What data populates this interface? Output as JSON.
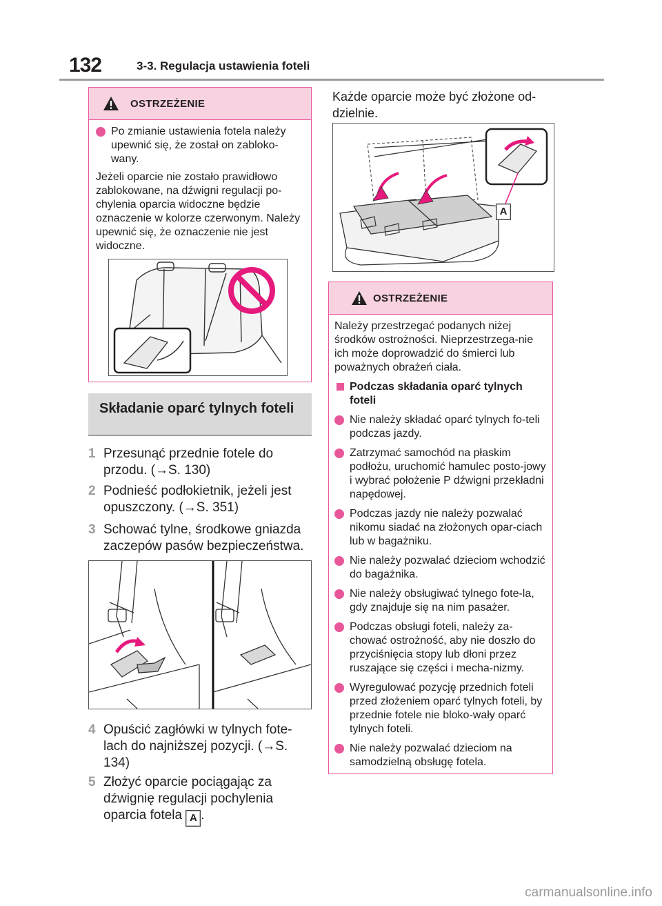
{
  "header": {
    "page_number": "132",
    "section_title": "3-3. Regulacja ustawienia foteli"
  },
  "warning1": {
    "label": "OSTRZEŻENIE",
    "bullet": "Po zmianie ustawienia fotela należy upewnić się, że został on zabloko-wany.",
    "para": "Jeżeli oparcie nie zostało prawidłowo zablokowane, na dźwigni regulacji po-chylenia oparcia widoczne będzie oznaczenie w kolorze czerwonym. Należy upewnić się, że oznaczenie nie jest widoczne."
  },
  "section": {
    "title": "Składanie oparć tylnych foteli"
  },
  "steps": [
    {
      "num": "1",
      "text": "Przesunąć przednie fotele do przodu. (→S. 130)"
    },
    {
      "num": "2",
      "text": "Podnieść podłokietnik, jeżeli jest opuszczony. (→S. 351)"
    },
    {
      "num": "3",
      "text": "Schować tylne, środkowe gniazda zaczepów pasów bezpieczeństwa."
    },
    {
      "num": "4",
      "text": "Opuścić zagłówki w tylnych fote-lach do najniższej pozycji. (→S. 134)"
    },
    {
      "num": "5",
      "text": "Złożyć oparcie pociągając za dźwignię regulacji pochylenia oparcia fotela"
    }
  ],
  "step5_badge": "A",
  "step5_end": ".",
  "right_intro": "Każde oparcie może być złożone od-dzielnie.",
  "figure_label": "A",
  "warning2": {
    "label": "OSTRZEŻENIE",
    "intro": "Należy przestrzegać podanych niżej środków ostrożności. Nieprzestrzega-nie ich może doprowadzić do śmierci lub poważnych obrażeń ciała.",
    "subhead": "Podczas składania oparć tylnych foteli",
    "bullets": [
      "Nie należy składać oparć tylnych fo-teli podczas jazdy.",
      "Zatrzymać samochód na płaskim podłożu, uruchomić hamulec posto-jowy i wybrać położenie P dźwigni przekładni napędowej.",
      "Podczas jazdy nie należy pozwalać nikomu siadać na złożonych opar-ciach lub w bagażniku.",
      "Nie należy pozwalać dzieciom wchodzić do bagażnika.",
      "Nie należy obsługiwać tylnego fote-la, gdy znajduje się na nim pasażer.",
      "Podczas obsługi foteli, należy za-chować ostrożność, aby nie doszło do przyciśnięcia stopy lub dłoni przez ruszające się części i mecha-nizmy.",
      "Wyregulować pozycję przednich foteli przed złożeniem oparć tylnych foteli, by przednie fotele nie bloko-wały oparć tylnych foteli.",
      "Nie należy pozwalać dzieciom na samodzielną obsługę fotela."
    ]
  },
  "watermark": "carmanualsonline.info",
  "colors": {
    "accent": "#e8579a",
    "warning_bg": "#f8d2e0",
    "heading_bg": "#d9d9d9"
  }
}
